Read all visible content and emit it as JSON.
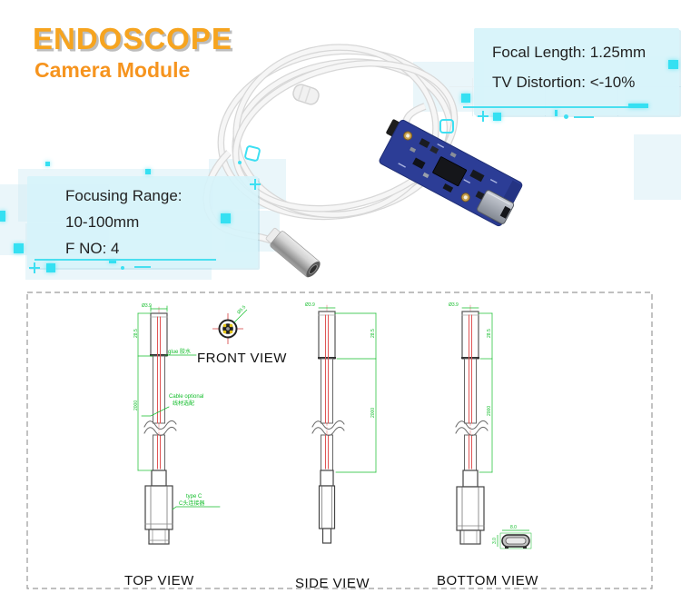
{
  "header": {
    "title": "ENDOSCOPE",
    "subtitle": "Camera Module"
  },
  "spec_focal": {
    "line1": "Focal Length: 1.25mm",
    "line2": "TV Distortion: <-10%"
  },
  "spec_focus": {
    "line1": "Focusing Range:",
    "line2": "10-100mm",
    "line3": "F NO: 4"
  },
  "drawing": {
    "front_view": "FRONT VIEW",
    "top_view": "TOP VIEW",
    "side_view": "SIDE VIEW",
    "bottom_view": "BOTTOM VIEW",
    "glue": "glue 胶水",
    "cable_opt_en": "Cable optional",
    "cable_opt_cn": "线材选配",
    "typec_en": "type C",
    "typec_cn": "C头连接器",
    "dim_tip_dia": "Ø3.9",
    "dim_lens_dia": "Ø5.5",
    "dim_head_len": "28.5",
    "dim_cable_len": "2000",
    "dim_usb_w": "8.0",
    "dim_usb_h": "3.0"
  },
  "colors": {
    "title_orange": "#f6a41f",
    "subtitle_orange": "#f6941e",
    "spec_box_bg": "#d6f3fa",
    "accent_cyan": "#35e0f2",
    "pcb_blue": "#2c3d96",
    "dim_green": "#12bd2a",
    "centerline_red": "#e05555"
  }
}
